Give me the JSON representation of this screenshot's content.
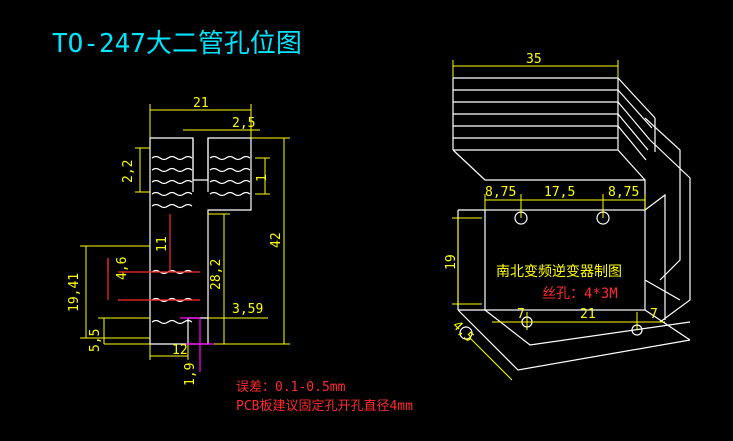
{
  "title": "TO-247大二管孔位图",
  "left_view": {
    "dims": {
      "width_21": "21",
      "slot_2_5": "2,5",
      "fin_2_2": "2,2",
      "fin_1": "1",
      "total_42": "42",
      "hole_11": "11",
      "body_28_2": "28,2",
      "h_19_41": "19,41",
      "h_4_6": "4,6",
      "h_5_5": "5,5",
      "w_3_59": "3,59",
      "w_12": "12",
      "h_1_9": "1,9"
    }
  },
  "right_view": {
    "dims": {
      "top_35": "35",
      "d_8_75_left": "8,75",
      "d_17_5": "17,5",
      "d_8_75_right": "8,75",
      "h_19": "19",
      "d_7_left": "7",
      "d_21": "21",
      "d_7_right": "7",
      "diag_4_5": "4,5"
    },
    "company": "南北变频逆变器制图",
    "thread": "丝孔：4*3M"
  },
  "notes": {
    "tolerance": "误差：0.1-0.5mm",
    "pcb": "PCB板建议固定孔开孔直径4mm"
  },
  "colors": {
    "background": "#000000",
    "outline": "#ffffff",
    "dimension": "#ffff00",
    "hole_marker": "#ff2a2a",
    "dim_marker": "#ff00ff",
    "title": "#00e5ff"
  }
}
